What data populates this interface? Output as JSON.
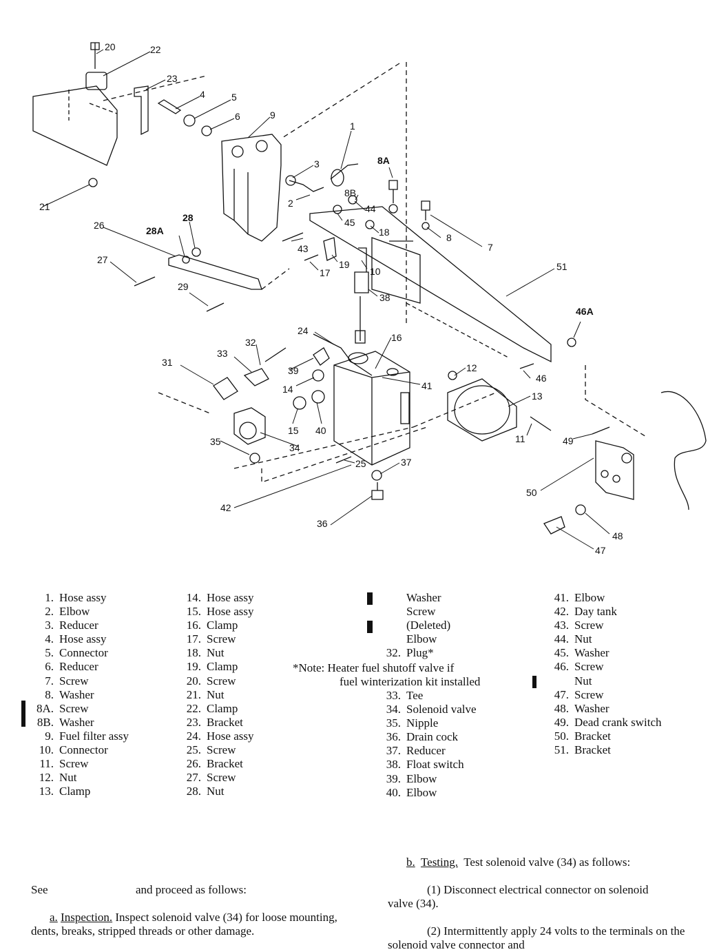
{
  "diagram": {
    "callouts": [
      "20",
      "22",
      "23",
      "4",
      "5",
      "6",
      "9",
      "1",
      "3",
      "8A",
      "8B",
      "2",
      "44",
      "45",
      "18",
      "8",
      "7",
      "21",
      "26",
      "28A",
      "28",
      "27",
      "29",
      "43",
      "19",
      "17",
      "10",
      "38",
      "51",
      "46A",
      "24",
      "32",
      "16",
      "33",
      "39",
      "31",
      "14",
      "41",
      "12",
      "13",
      "46",
      "15",
      "40",
      "11",
      "35",
      "34",
      "49",
      "37",
      "25",
      "50",
      "42",
      "36",
      "48",
      "47"
    ]
  },
  "legend": {
    "col1": [
      {
        "num": "1.",
        "label": "Hose assy"
      },
      {
        "num": "2.",
        "label": "Elbow"
      },
      {
        "num": "3.",
        "label": "Reducer"
      },
      {
        "num": "4.",
        "label": "Hose assy"
      },
      {
        "num": "5.",
        "label": "Connector"
      },
      {
        "num": "6.",
        "label": "Reducer"
      },
      {
        "num": "7.",
        "label": "Screw"
      },
      {
        "num": "8.",
        "label": "Washer"
      },
      {
        "num": "8A.",
        "label": "Screw"
      },
      {
        "num": "8B.",
        "label": "Washer"
      },
      {
        "num": "9.",
        "label": "Fuel filter assy"
      },
      {
        "num": "10.",
        "label": "Connector"
      },
      {
        "num": "11.",
        "label": "Screw"
      },
      {
        "num": "12.",
        "label": "Nut"
      },
      {
        "num": "13.",
        "label": "Clamp"
      }
    ],
    "col2": [
      {
        "num": "14.",
        "label": "Hose assy"
      },
      {
        "num": "15.",
        "label": "Hose assy"
      },
      {
        "num": "16.",
        "label": "Clamp"
      },
      {
        "num": "17.",
        "label": "Screw"
      },
      {
        "num": "18.",
        "label": "Nut"
      },
      {
        "num": "19.",
        "label": "Clamp"
      },
      {
        "num": "20.",
        "label": "Screw"
      },
      {
        "num": "21.",
        "label": "Nut"
      },
      {
        "num": "22.",
        "label": "Clamp"
      },
      {
        "num": "23.",
        "label": "Bracket"
      },
      {
        "num": "24.",
        "label": "Hose assy"
      },
      {
        "num": "25.",
        "label": "Screw"
      },
      {
        "num": "26.",
        "label": "Bracket"
      },
      {
        "num": "27.",
        "label": "Screw"
      },
      {
        "num": "28.",
        "label": "Nut"
      }
    ],
    "col3_top": [
      {
        "num": "",
        "label": "Washer"
      },
      {
        "num": "",
        "label": "Screw"
      },
      {
        "num": "",
        "label": "(Deleted)"
      },
      {
        "num": "",
        "label": "Elbow"
      },
      {
        "num": "32.",
        "label": "Plug*"
      }
    ],
    "note_line1": "*Note: Heater fuel shutoff valve if",
    "note_line2": "fuel winterization kit installed",
    "col3_bottom": [
      {
        "num": "33.",
        "label": "Tee"
      },
      {
        "num": "34.",
        "label": "Solenoid valve"
      },
      {
        "num": "35.",
        "label": "Nipple"
      },
      {
        "num": "36.",
        "label": "Drain cock"
      },
      {
        "num": "37.",
        "label": "Reducer"
      },
      {
        "num": "38.",
        "label": "Float switch"
      },
      {
        "num": "39.",
        "label": "Elbow"
      },
      {
        "num": "40.",
        "label": "Elbow"
      }
    ],
    "col4": [
      {
        "num": "41.",
        "label": "Elbow"
      },
      {
        "num": "42.",
        "label": "Day tank"
      },
      {
        "num": "43.",
        "label": "Screw"
      },
      {
        "num": "44.",
        "label": "Nut"
      },
      {
        "num": "45.",
        "label": "Washer"
      },
      {
        "num": "46.",
        "label": "Screw"
      },
      {
        "num": "",
        "label": "Nut"
      },
      {
        "num": "47.",
        "label": "Screw"
      },
      {
        "num": "48.",
        "label": "Washer"
      },
      {
        "num": "49.",
        "label": "Dead crank switch"
      },
      {
        "num": "50.",
        "label": "Bracket"
      },
      {
        "num": "51.",
        "label": "Bracket"
      }
    ]
  },
  "body": {
    "see": "See",
    "proceed": "and proceed as follows:",
    "inspection_mark": "a.",
    "inspection_title": "Inspection.",
    "inspection_text": "Inspect solenoid valve (34) for loose mounting, dents, breaks, stripped threads or other damage.",
    "testing_mark": "b.",
    "testing_title": "Testing.",
    "testing_text": "Test solenoid valve (34) as follows:",
    "step1": "(1) Disconnect electrical connector on solenoid valve (34).",
    "step2": "(2) Intermittently apply 24 volts to the terminals on the solenoid valve connector and"
  }
}
